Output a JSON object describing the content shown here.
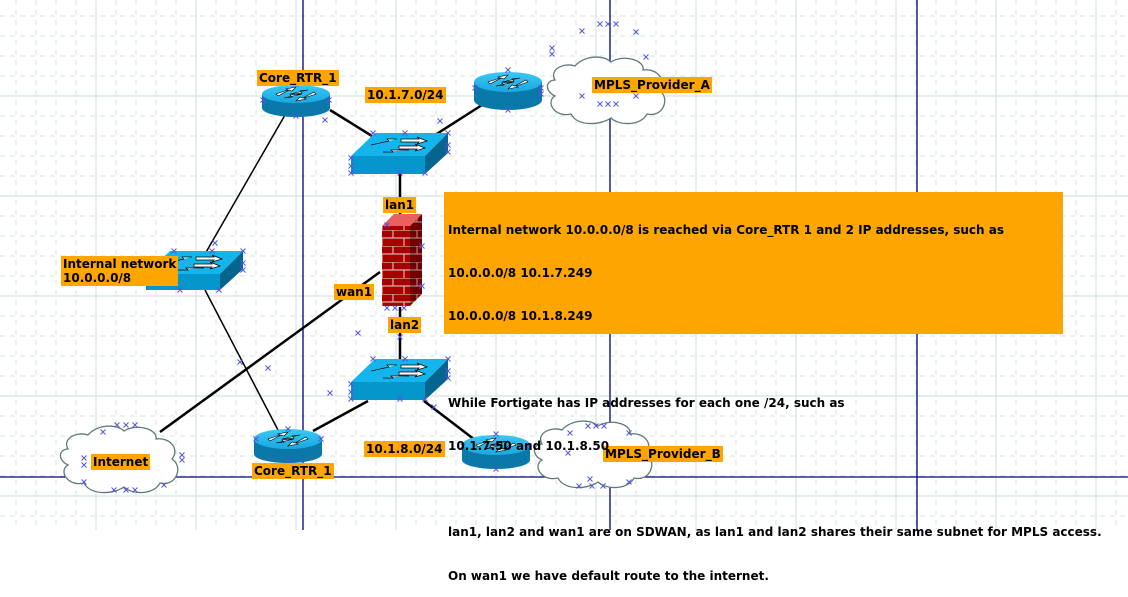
{
  "diagram": {
    "colors": {
      "label_bg": "#FFA500",
      "grid": "#D6E4E0",
      "axis": "#000080",
      "router": "#0AA0D8",
      "firewall": "#A40000",
      "link": "#000000"
    },
    "devices": {
      "router_top": {
        "type": "router",
        "label": "Core_RTR_1"
      },
      "router_bottom": {
        "type": "router",
        "label": "Core_RTR_1"
      },
      "router_mpls_a": {
        "type": "router"
      },
      "router_mpls_b": {
        "type": "router"
      },
      "switch_top": {
        "type": "switch"
      },
      "switch_bottom": {
        "type": "switch"
      },
      "switch_internal": {
        "type": "switch",
        "label": "Internal network\n10.0.0.0/8"
      },
      "firewall": {
        "type": "firewall"
      },
      "cloud_mpls_a": {
        "type": "cloud",
        "label": "MPLS_Provider_A"
      },
      "cloud_mpls_b": {
        "type": "cloud",
        "label": "MPLS_Provider_B"
      },
      "cloud_internet": {
        "type": "cloud",
        "label": "Internet"
      }
    },
    "labels": {
      "subnet_top": "10.1.7.0/24",
      "subnet_bottom": "10.1.8.0/24",
      "lan1": "lan1",
      "lan2": "lan2",
      "wan1": "wan1",
      "internal_line1": "Internal network",
      "internal_line2": "10.0.0.0/8"
    },
    "links": [
      [
        "router_top",
        "switch_top"
      ],
      [
        "switch_top",
        "router_mpls_a"
      ],
      [
        "switch_top",
        "firewall"
      ],
      [
        "firewall",
        "switch_bottom"
      ],
      [
        "switch_bottom",
        "router_bottom"
      ],
      [
        "switch_bottom",
        "router_mpls_b"
      ],
      [
        "router_top",
        "switch_internal"
      ],
      [
        "switch_internal",
        "router_bottom"
      ],
      [
        "firewall",
        "cloud_internet"
      ]
    ],
    "note": {
      "lines": [
        "Internal network 10.0.0.0/8 is reached via Core_RTR 1 and 2 IP addresses, such as",
        "10.0.0.0/8 10.1.7.249",
        "10.0.0.0/8 10.1.8.249",
        "",
        "While Fortigate has IP addresses for each one /24, such as",
        "10.1.7.50 and 10.1.8.50",
        "",
        "lan1, lan2 and wan1 are on SDWAN, as lan1 and lan2 shares their same subnet for MPLS access.",
        "On wan1 we have default route to the internet."
      ]
    }
  }
}
